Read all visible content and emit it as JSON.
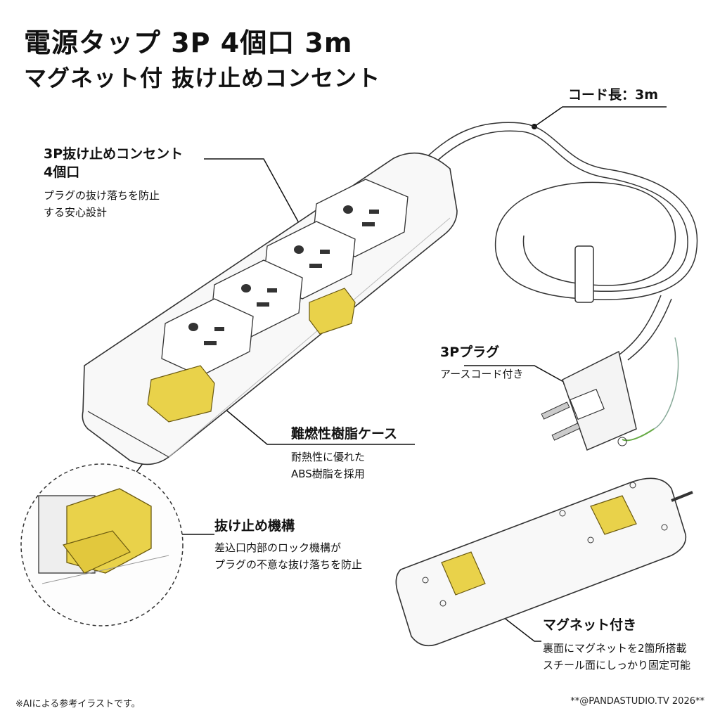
{
  "title": {
    "line1": "電源タップ 3P 4個口 3m",
    "line2": "マグネット付 抜け止めコンセント"
  },
  "callouts": {
    "cord": {
      "heading": "コード長：3m"
    },
    "outlet": {
      "heading1": "3P抜け止めコンセント",
      "heading2": "4個口",
      "body1": "プラグの抜け落ちを防止",
      "body2": "する安心設計"
    },
    "plug": {
      "heading": "3Pプラグ",
      "body1": "アースコード付き"
    },
    "case": {
      "heading": "難燃性樹脂ケース",
      "body1": "耐熱性に優れた",
      "body2": "ABS樹脂を採用"
    },
    "lock": {
      "heading": "抜け止め機構",
      "body1": "差込口内部のロック機構が",
      "body2": "プラグの不意な抜け落ちを防止"
    },
    "magnet": {
      "heading": "マグネット付き",
      "body1": "裏面にマグネットを2箇所搭載",
      "body2": "スチール面にしっかり固定可能"
    }
  },
  "footer": {
    "left": "※AIによる参考イラストです。",
    "right": "**@PANDASTUDIO.TV 2026**"
  },
  "colors": {
    "accent_yellow": "#e9d24a",
    "line": "#111111",
    "body": "#f6f6f6"
  }
}
